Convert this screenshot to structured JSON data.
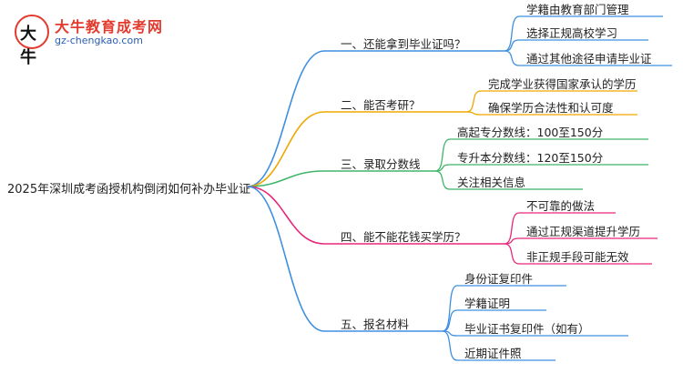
{
  "logo": {
    "title": "大牛教育成考网",
    "url": "gz-chengkao.com",
    "mark_text": "大牛"
  },
  "root": "2025年深圳成考函授机构倒闭如何补办毕业证",
  "branches": [
    {
      "label": "一、还能拿到毕业证吗？",
      "color": "#3f8fe0",
      "children": [
        "学籍由教育部门管理",
        "选择正规高校学习",
        "通过其他途径申请毕业证"
      ]
    },
    {
      "label": "二、能否考研？",
      "color": "#f0a800",
      "children": [
        "完成学业获得国家承认的学历",
        "确保学历合法性和认可度"
      ]
    },
    {
      "label": "三、录取分数线",
      "color": "#3fb56a",
      "children": [
        "高起专分数线：100至150分",
        "专升本分数线：120至150分",
        "关注相关信息"
      ]
    },
    {
      "label": "四、能不能花钱买学历？",
      "color": "#e8287a",
      "children": [
        "不可靠的做法",
        "通过正规渠道提升学历",
        "非正规手段可能无效"
      ]
    },
    {
      "label": "五、报名材料",
      "color": "#3f8fe0",
      "children": [
        "身份证复印件",
        "学籍证明",
        "毕业证书复印件（如有）",
        "近期证件照"
      ]
    }
  ]
}
